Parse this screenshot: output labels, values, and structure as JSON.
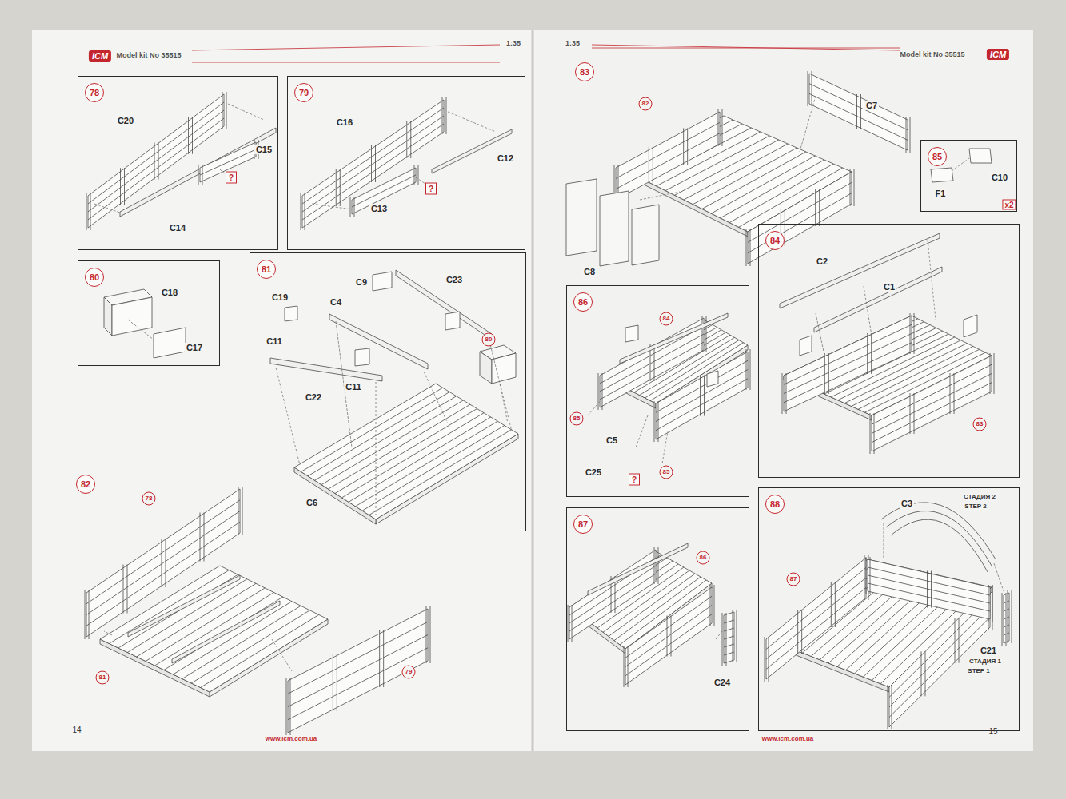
{
  "diagram": {
    "nodes": [
      {
        "text": [
          "78"
        ]
      },
      {
        "text": [
          "79"
        ]
      },
      {
        "text": [
          "80"
        ]
      },
      {
        "text": [
          "81"
        ]
      },
      {
        "text": [
          "82"
        ]
      },
      {
        "text": [
          "83"
        ]
      },
      {
        "text": [
          "85"
        ]
      },
      {
        "text": [
          "84"
        ]
      },
      {
        "text": [
          "86"
        ]
      },
      {
        "text": [
          "87"
        ]
      },
      {
        "text": [
          "88"
        ]
      }
    ],
    "labels": [
      "ICM",
      "Model kit No 35515",
      "1:35",
      "1:35",
      "Model kit No 35515",
      "ICM",
      "C20",
      "C15",
      "?",
      "C14",
      "C16",
      "C12",
      "?",
      "C13",
      "C18",
      "C17",
      "C9",
      "C23",
      "C19",
      "C4",
      "C11",
      "80",
      "C11",
      "C22",
      "C6",
      "78",
      "81",
      "79",
      "82",
      "C7",
      "C8",
      "C10",
      "F1",
      "x2",
      "C2",
      "C1",
      "83",
      "84",
      "85",
      "C5",
      "C25",
      "?",
      "85",
      "86",
      "C24",
      "C3",
      "СТАДИЯ 2",
      "STEP 2",
      "87",
      "C21",
      "СТАДИЯ 1",
      "STEP 1",
      "14",
      "www.icm.com.ua",
      "www.icm.com.ua",
      "15"
    ]
  }
}
